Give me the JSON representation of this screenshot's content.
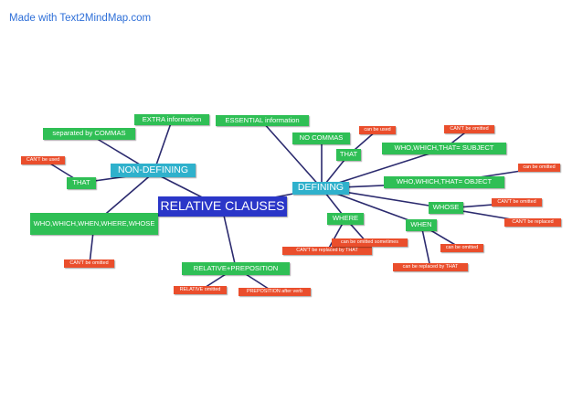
{
  "watermark": "Made with Text2MindMap.com",
  "colors": {
    "root": "#2a36c8",
    "main": "#2fb1cc",
    "green": "#2fbf55",
    "red": "#ea4e2c",
    "link": "#2b2a6e"
  },
  "mindmap": {
    "root": "RELATIVE CLAUSES",
    "non_defining": {
      "label": "NON-DEFINING",
      "extra": "EXTRA information",
      "commas": "separated by COMMAS",
      "that": "THAT",
      "that_note": "CAN'T be used",
      "who_list": "WHO,WHICH,WHEN,WHERE,WHOSE",
      "who_list_note": "CAN'T be omitted"
    },
    "defining": {
      "label": "DEFINING",
      "essential": "ESSENTIAL information",
      "no_commas": "NO COMMAS",
      "that": "THAT",
      "that_note": "can be used",
      "subject": "WHO,WHICH,THAT= SUBJECT",
      "subject_note": "CAN'T be omitted",
      "object": "WHO,WHICH,THAT= OBJECT",
      "object_note": "can be omitted",
      "whose": "WHOSE",
      "whose_note_1": "CAN'T be omitted",
      "whose_note_2": "CAN'T be replaced",
      "where": "WHERE",
      "where_note_1": "CAN'T be replaced by THAT",
      "where_note_2": "can be omitted sometimes",
      "when": "WHEN",
      "when_note_1": "can be omitted",
      "when_note_2": "can be replaced by THAT"
    },
    "preposition": {
      "label": "RELATIVE+PREPOSITION",
      "note_1": "RELATIVE omitted",
      "note_2": "PREPOSITION after verb"
    }
  }
}
